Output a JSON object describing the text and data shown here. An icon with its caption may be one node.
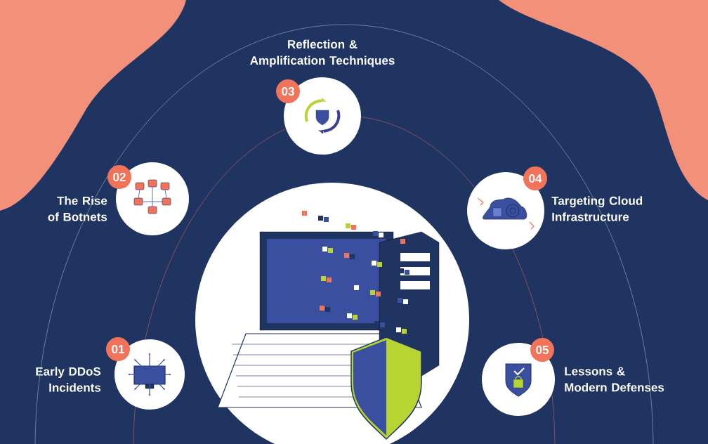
{
  "diagram": {
    "nodes": [
      {
        "text": [],
        "shape": "picture"
      },
      {
        "text": [
          "01",
          "Early DDoS Incidents"
        ]
      },
      {
        "text": [
          "02",
          "The Rise of Botnets"
        ]
      },
      {
        "text": [
          "Reflection & Amplification Techniques",
          "03"
        ]
      },
      {
        "text": [
          "04",
          "Targeting Cloud Infrastructure"
        ]
      },
      {
        "text": [
          "05",
          "Lessons & Modern Defenses"
        ]
      }
    ],
    "edges": []
  }
}
